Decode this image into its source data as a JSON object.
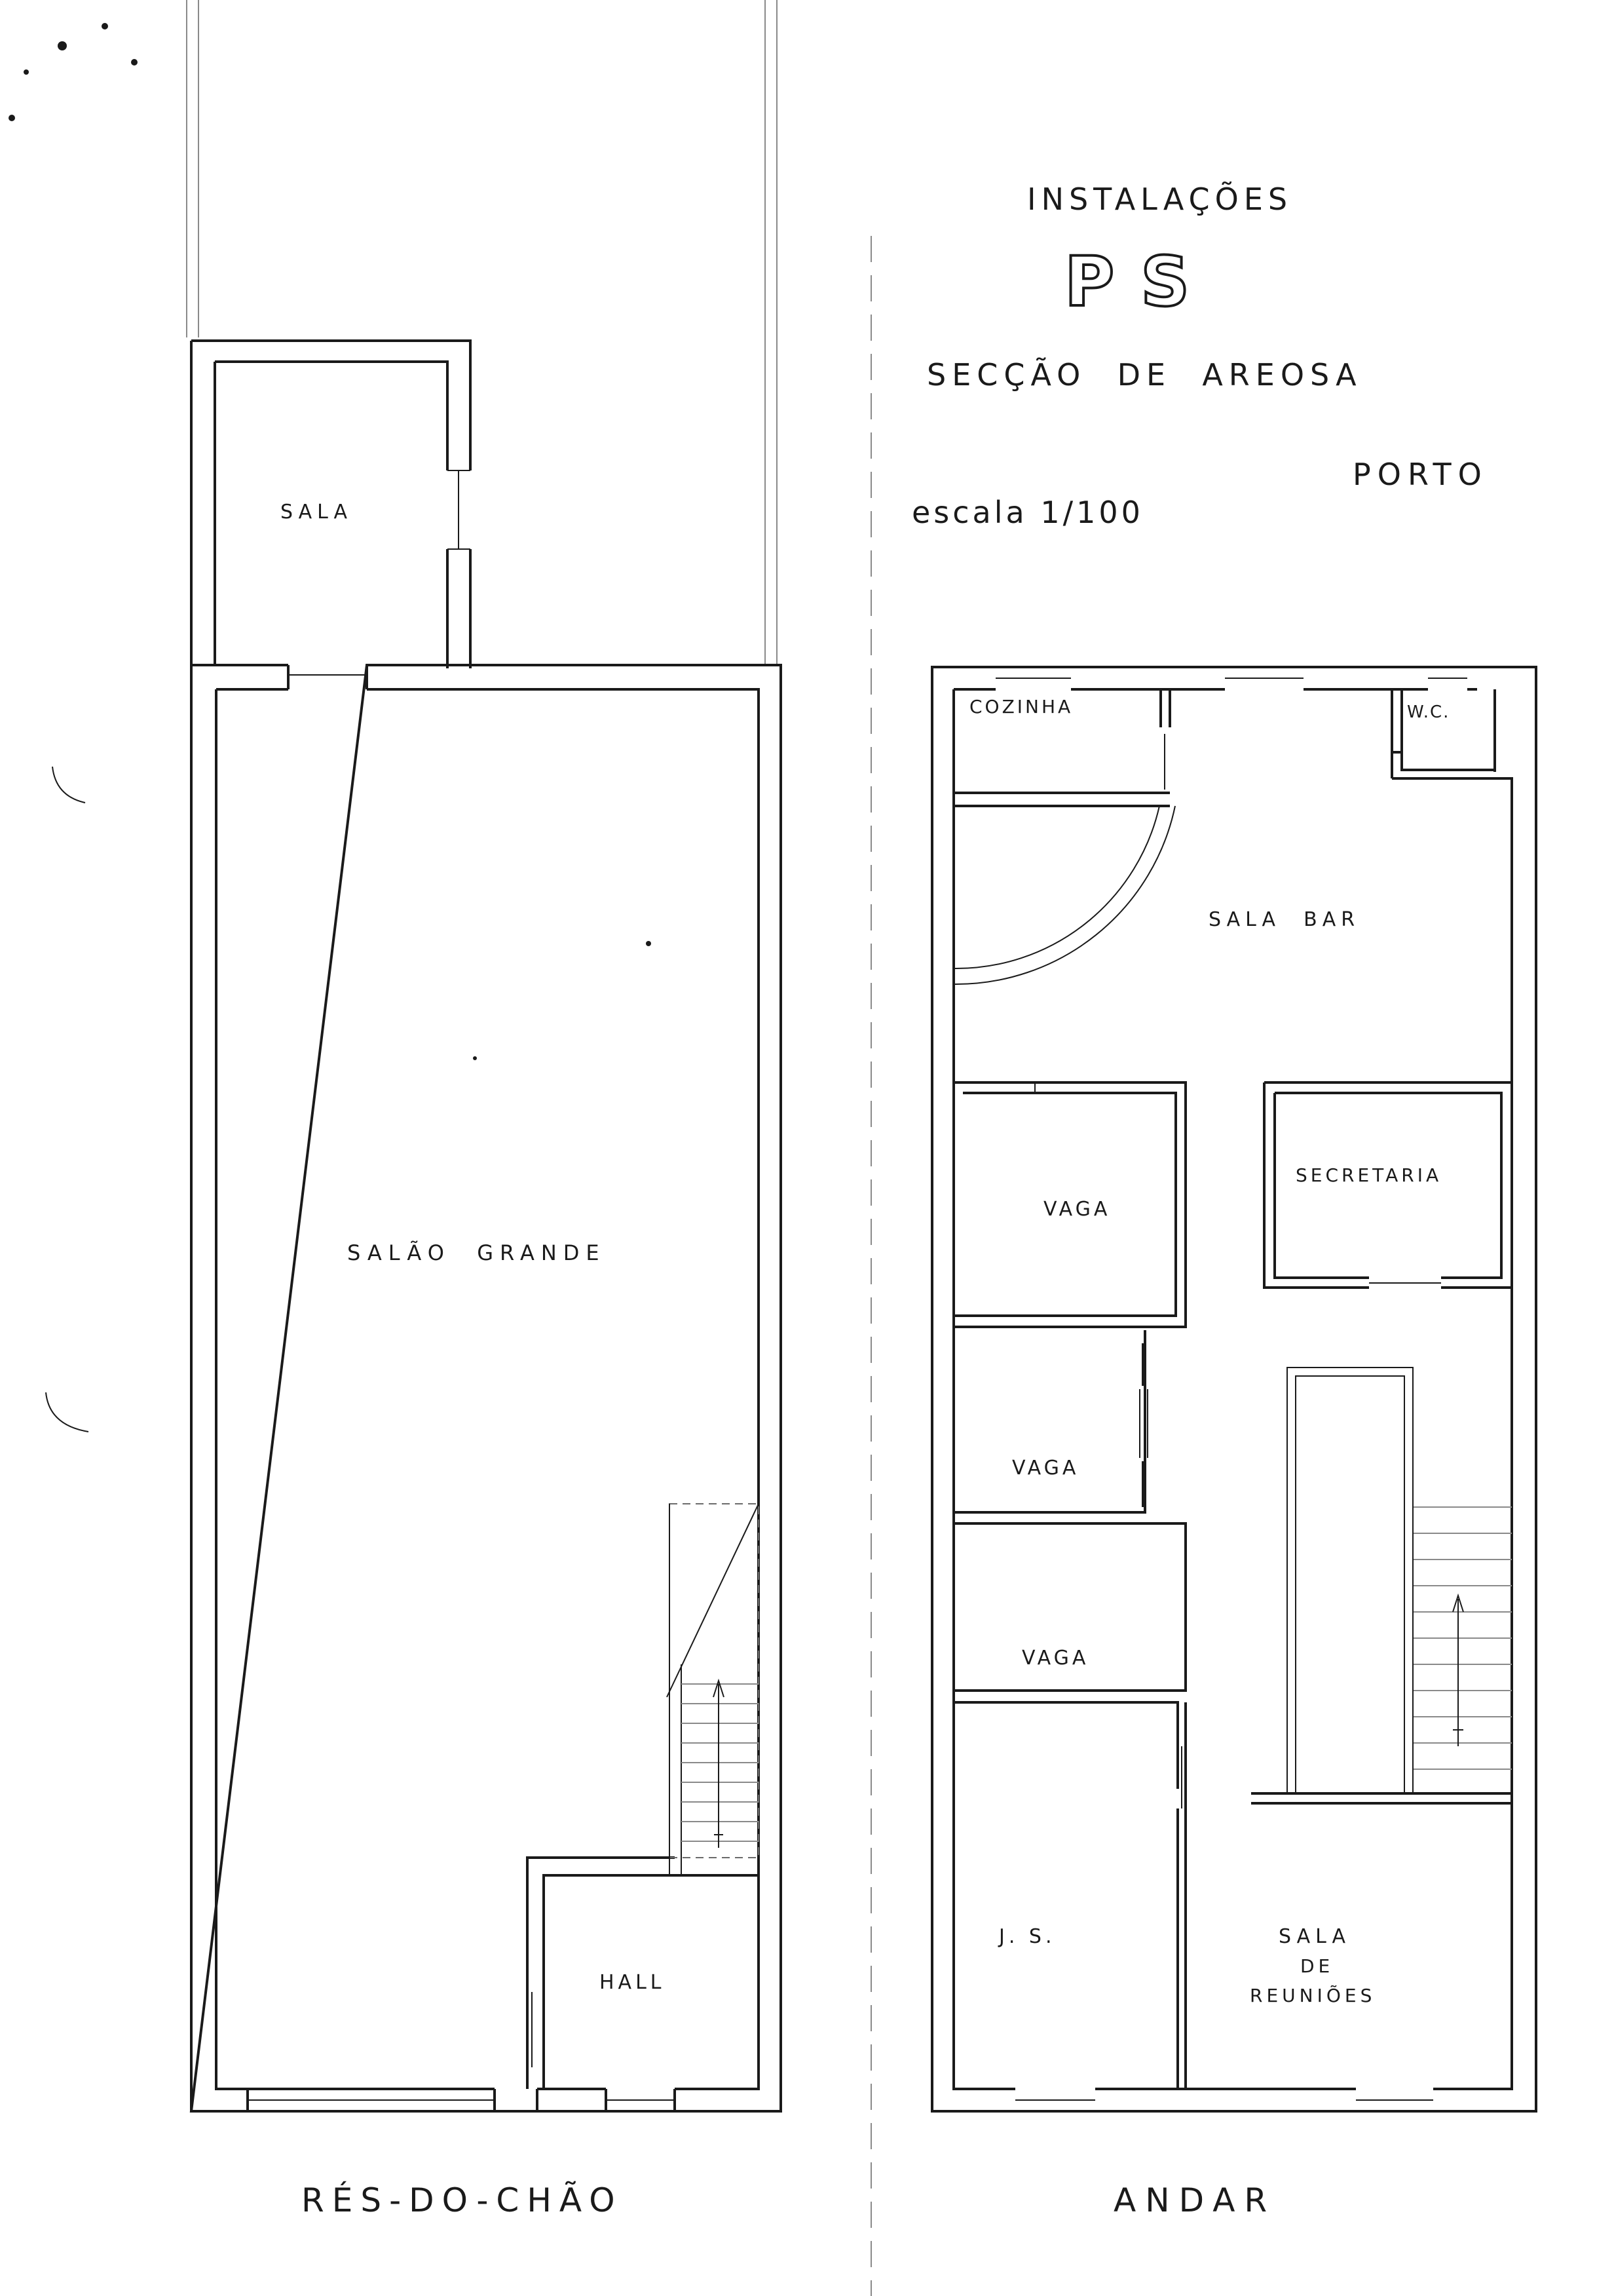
{
  "title": {
    "installations": "INSTALAÇÕES",
    "party": "PS",
    "section": "SECÇÃO  DE  AREOSA",
    "city": "PORTO",
    "scale": "escala 1/100"
  },
  "ground_floor": {
    "caption": "RÉS-DO-CHÃO",
    "rooms": {
      "sala": "SALA",
      "salao_grande": "SALÃO  GRANDE",
      "hall": "HALL"
    }
  },
  "upper_floor": {
    "caption": "ANDAR",
    "rooms": {
      "cozinha": "COZINHA",
      "wc": "W.C.",
      "sala_bar": "SALA  BAR",
      "vaga_1": "VAGA",
      "secretaria": "SECRETARIA",
      "vaga_2": "VAGA",
      "vaga_3": "VAGA",
      "js": "J. S.",
      "reunioes_line1": "SALA",
      "reunioes_line2": "DE",
      "reunioes_line3": "REUNIÕES"
    }
  },
  "colors": {
    "ink": "#1a1a1a",
    "paper": "#ffffff",
    "faint": "#8a8a8a"
  }
}
